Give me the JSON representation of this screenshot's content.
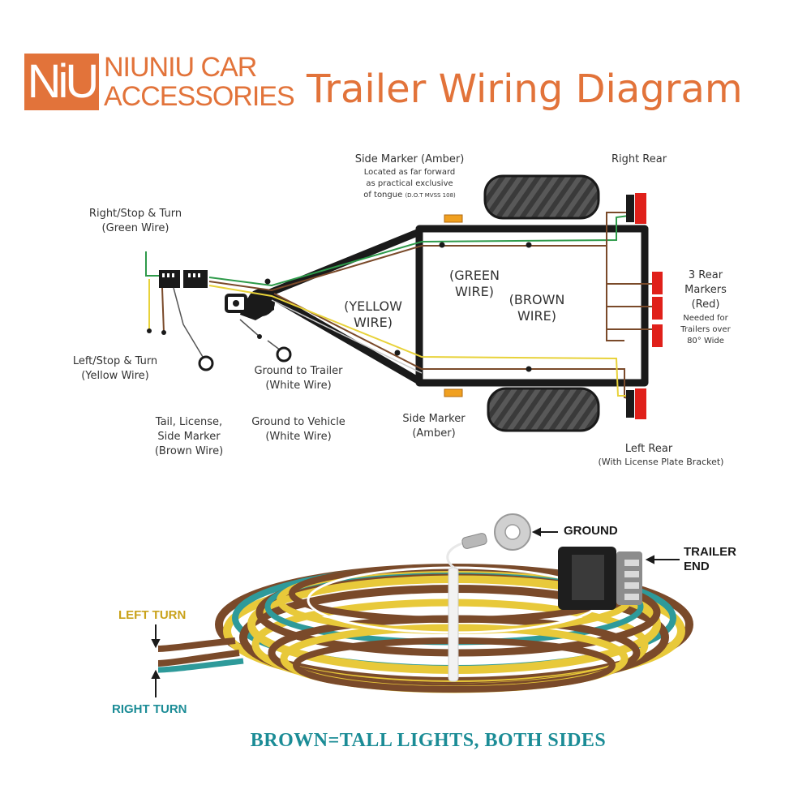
{
  "brand": {
    "monogram": "NiU",
    "line1": "NIUNIU CAR",
    "line2": "ACCESSORIES"
  },
  "title": "Trailer Wiring Diagram",
  "diagram": {
    "right_stop_turn": [
      "Right/Stop & Turn",
      "(Green Wire)"
    ],
    "left_stop_turn": [
      "Left/Stop & Turn",
      "(Yellow Wire)"
    ],
    "tail_license": [
      "Tail, License,",
      "Side Marker",
      "(Brown Wire)"
    ],
    "ground_trailer": [
      "Ground to Trailer",
      "(White Wire)"
    ],
    "ground_vehicle": [
      "Ground to Vehicle",
      "(White Wire)"
    ],
    "side_marker_top": {
      "title": "Side Marker (Amber)",
      "lines": [
        "Located as far forward",
        "as practical exclusive",
        "of tongue"
      ],
      "footnote": "(D.O.T MVSS 108)"
    },
    "side_marker_bottom": [
      "Side Marker",
      "(Amber)"
    ],
    "yellow_wire": [
      "(YELLOW",
      "WIRE)"
    ],
    "green_wire": [
      "(GREEN",
      "WIRE)"
    ],
    "brown_wire": [
      "(BROWN",
      "WIRE)"
    ],
    "right_rear": "Right Rear",
    "rear_markers": [
      "3 Rear",
      "Markers",
      "(Red)"
    ],
    "rear_markers_note": [
      "Needed for",
      "Trailers over",
      "80° Wide"
    ],
    "left_rear": "Left Rear",
    "left_rear_note": "(With License Plate Bracket)"
  },
  "photo": {
    "ground": "GROUND",
    "trailer_end": [
      "TRAILER",
      "END"
    ],
    "left_turn": "LEFT TURN",
    "right_turn": "RIGHT TURN"
  },
  "footer": "BROWN=TALL LIGHTS, BOTH SIDES",
  "colors": {
    "brand_orange": "#e2733a",
    "teal": "#1b8c96",
    "left_turn_gold": "#c9a21b",
    "wire_green": "#2e9a4a",
    "wire_yellow": "#e8d23a",
    "wire_brown": "#7a4a2a",
    "lamp_red": "#e0201a",
    "marker_amber": "#f0a020"
  }
}
